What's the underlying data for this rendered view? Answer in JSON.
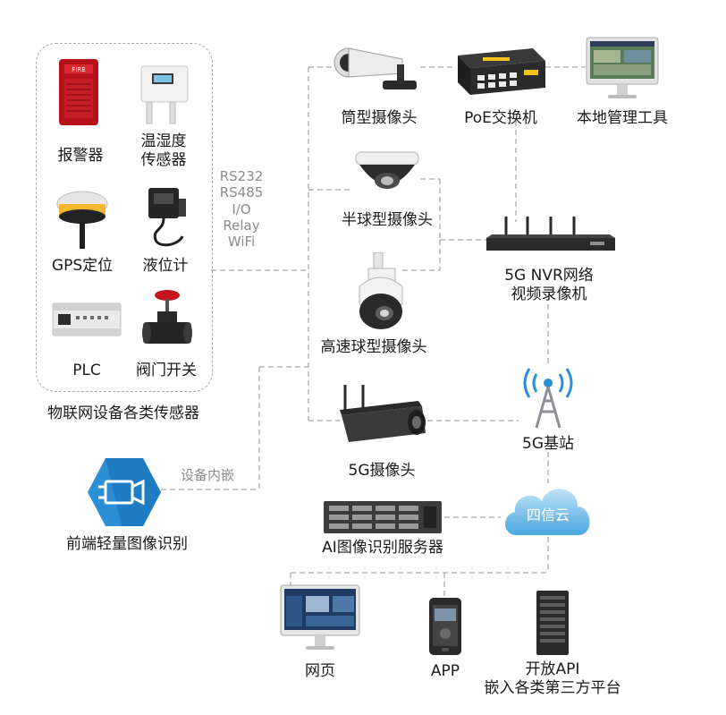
{
  "iot_group": {
    "title": "物联网设备各类传感器",
    "items": [
      "报警器",
      "温湿度\n传感器",
      "GPS定位",
      "液位计",
      "PLC",
      "阀门开关"
    ]
  },
  "protocols": [
    "RS232",
    "RS485",
    "I/O",
    "Relay",
    "WiFi"
  ],
  "cameras": {
    "bullet": "筒型摄像头",
    "dome": "半球型摄像头",
    "speed_dome": "高速球型摄像头",
    "cam5g": "5G摄像头"
  },
  "poe_switch": "PoE交换机",
  "local_tool": "本地管理工具",
  "nvr": "5G NVR网络\n视频录像机",
  "base_station": "5G基站",
  "cloud": "四信云",
  "ai_server": "AI图像识别服务器",
  "edge": {
    "label": "前端轻量图像识别",
    "embed_text": "设备内嵌"
  },
  "clients": {
    "web": "网页",
    "app": "APP",
    "api": "开放API\n嵌入各类第三方平台"
  },
  "colors": {
    "line": "#a8a8a8",
    "edge_icon": "#2c8fd6",
    "cloud_top": "#bfe2f7",
    "cloud_bottom": "#4aa7e0",
    "tower": "#2c8fd6"
  }
}
